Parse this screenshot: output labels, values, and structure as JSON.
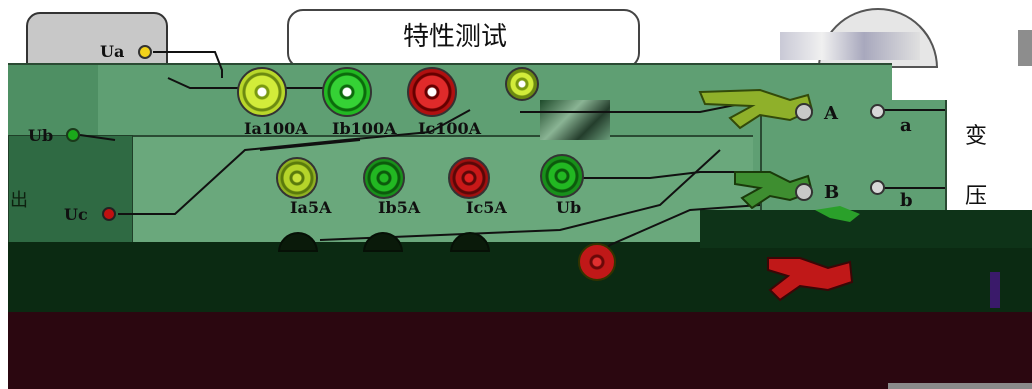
{
  "title": "特性测试",
  "colors": {
    "panel_green": "#5f9f73",
    "panel_dark": "#2f6a43",
    "deep_green": "#0b2a12",
    "maroon": "#2b0710",
    "terminal_yellow": "#a6c21a",
    "terminal_green": "#1aa81a",
    "terminal_red": "#b01010",
    "clamp_green": "#8fb02a",
    "clamp_red": "#c01818"
  },
  "voltage_outputs": {
    "ua": "Ua",
    "ub": "Ub",
    "uc": "Uc"
  },
  "side_label_chars": [
    "出"
  ],
  "current_100a": [
    "Ia100A",
    "Ib100A",
    "Ic100A"
  ],
  "current_5a": [
    "Ia5A",
    "Ib5A",
    "Ic5A"
  ],
  "voltage_input": "Ub",
  "transformer": {
    "primary": [
      "A",
      "B"
    ],
    "secondary": [
      "a",
      "b"
    ],
    "label_chars": [
      "变",
      "压"
    ]
  }
}
